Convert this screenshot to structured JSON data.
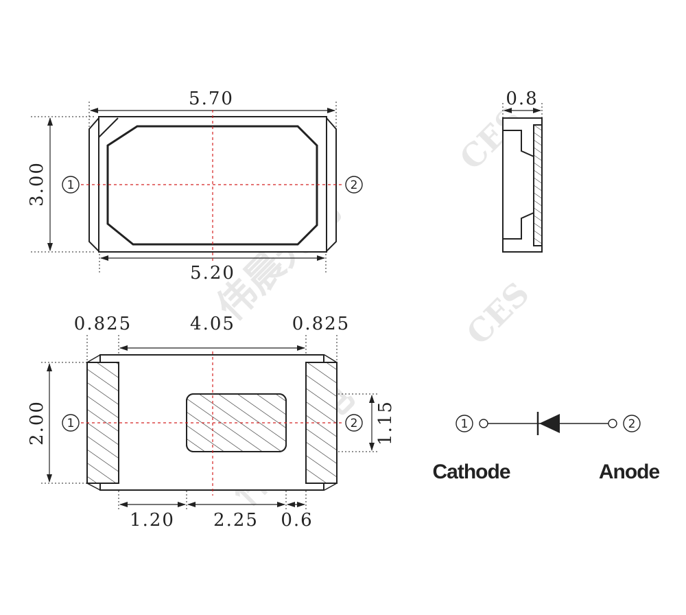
{
  "top_view": {
    "width_outer": "5.70",
    "width_inner": "5.20",
    "height": "3.00",
    "pin1": "1",
    "pin2": "2"
  },
  "side_view": {
    "thickness": "0.8"
  },
  "bottom_view": {
    "pad_width_left": "0.825",
    "span": "4.05",
    "pad_width_right": "0.825",
    "height": "2.00",
    "thermal_height": "1.15",
    "gap_left": "1.20",
    "thermal_width": "2.25",
    "gap_right": "0.6",
    "pin1": "1",
    "pin2": "2"
  },
  "schematic": {
    "pin1": "1",
    "pin2": "2",
    "cathode_label": "Cathode",
    "anode_label": "Anode"
  },
  "watermark": {
    "brand": "CES",
    "chinese": "伟晨光电"
  },
  "colors": {
    "line": "#222222",
    "centerline": "#d42020",
    "watermark": "#cccccc"
  }
}
